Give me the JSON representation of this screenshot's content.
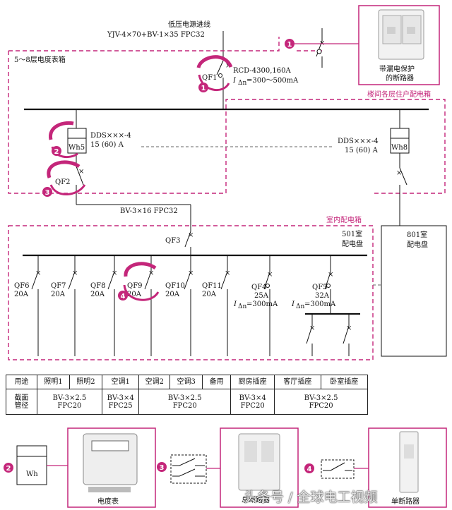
{
  "header": {
    "source_title": "低压电源进线",
    "source_cable": "YJV-4×70+BV-1×35 FPC32"
  },
  "meter_box": {
    "label": "5～8层电度表箱"
  },
  "floor_box": {
    "label": "楼间各层住户配电箱"
  },
  "indoor_box": {
    "label": "室内配电箱"
  },
  "qf1": {
    "name": "QF1",
    "model": "RCD-4300,160A",
    "leak": "=300～500mA",
    "i_symbol": "I",
    "i_sub": "Δn"
  },
  "wh5": {
    "model": "DDS×××-4",
    "rating": "15 (60) A",
    "label": "Wh5"
  },
  "wh8": {
    "model": "DDS×××-4",
    "rating": "15 (60) A",
    "label": "Wh8"
  },
  "qf2": {
    "name": "QF2"
  },
  "qf3": {
    "name": "QF3",
    "cable": "BV-3×16 FPC32"
  },
  "room501": {
    "line1": "501室",
    "line2": "配电盘"
  },
  "room801": {
    "line1": "801室",
    "line2": "配电盘"
  },
  "branches": [
    {
      "name": "QF6",
      "rating": "20A"
    },
    {
      "name": "QF7",
      "rating": "20A"
    },
    {
      "name": "QF8",
      "rating": "20A"
    },
    {
      "name": "QF9",
      "rating": "20A"
    },
    {
      "name": "QF10",
      "rating": "20A"
    },
    {
      "name": "QF11",
      "rating": "20A"
    }
  ],
  "qf4": {
    "name": "QF4",
    "rating": "25A",
    "leak": "=300mA"
  },
  "qf5": {
    "name": "QF5",
    "rating": "32A",
    "leak": "=300mA"
  },
  "callouts": {
    "n1": "1",
    "n2": "2",
    "n3": "3",
    "n4": "4",
    "photo1_caption_line1": "带漏电保护",
    "photo1_caption_line2": "的断路器",
    "wh_box_label": "Wh",
    "meter_caption": "电度表",
    "breaker_caption": "总断路器",
    "small_caption": "单断路器"
  },
  "table": {
    "row1": [
      "用途",
      "照明1",
      "照明2",
      "空调1",
      "空调2",
      "空调3",
      "备用",
      "厨房插座",
      "客厅插座",
      "卧室插座"
    ],
    "row2_head": "截面\n管径",
    "cells": [
      {
        "line1": "BV-3×2.5",
        "line2": "FPC20"
      },
      {
        "line1": "BV-3×4",
        "line2": "FPC25"
      },
      {
        "line1": "BV-3×2.5",
        "line2": "FPC20"
      },
      {
        "line1": "BV-3×4",
        "line2": "FPC20"
      },
      {
        "line1": "BV-3×2.5",
        "line2": "FPC20"
      }
    ]
  },
  "watermark": "头条号 / 全球电工视频",
  "colors": {
    "accent": "#c4267a",
    "line": "#111111"
  }
}
